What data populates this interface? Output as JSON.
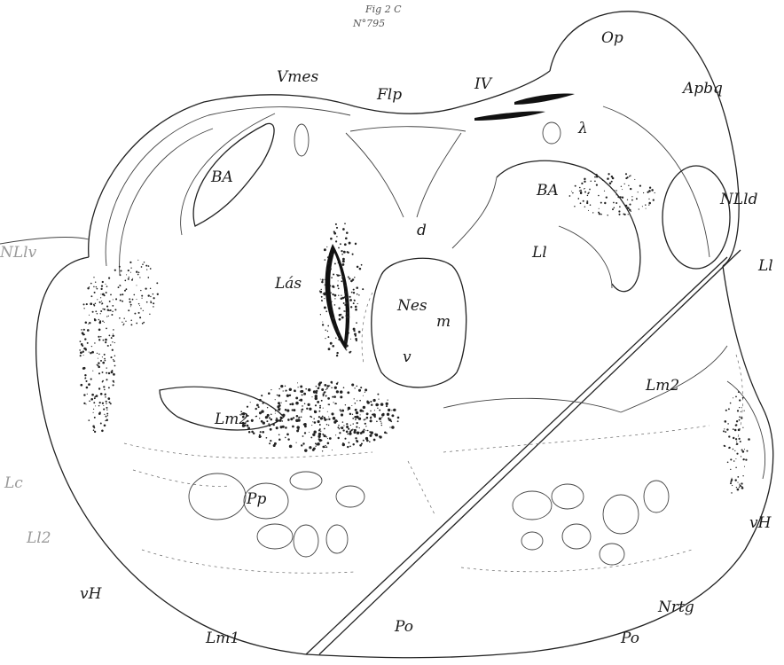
{
  "figure": {
    "header_line1": "Fig 2 C",
    "header_line2": "N°795",
    "labels": {
      "vmes": "Vmes",
      "flp": "Flp",
      "iv": "IV",
      "op": "Op",
      "apbq": "Apbq",
      "lambda": "λ",
      "ba_left": "BA",
      "ba_right": "BA",
      "nlld": "NLld",
      "nllv": "NLlv",
      "d": "d",
      "ll_upper": "Ll",
      "ll_right": "Ll",
      "las": "Lás",
      "nes": "Nes",
      "m": "m",
      "v": "v",
      "lm2_left": "Lm2",
      "lm2_right": "Lm2",
      "pp": "Pp",
      "lc": "Lc",
      "ll2": "Ll2",
      "vh_left": "vH",
      "vh_right": "vH",
      "po_center": "Po",
      "po_right": "Po",
      "nrtg": "Nrtg",
      "lm1": "Lm1"
    }
  }
}
